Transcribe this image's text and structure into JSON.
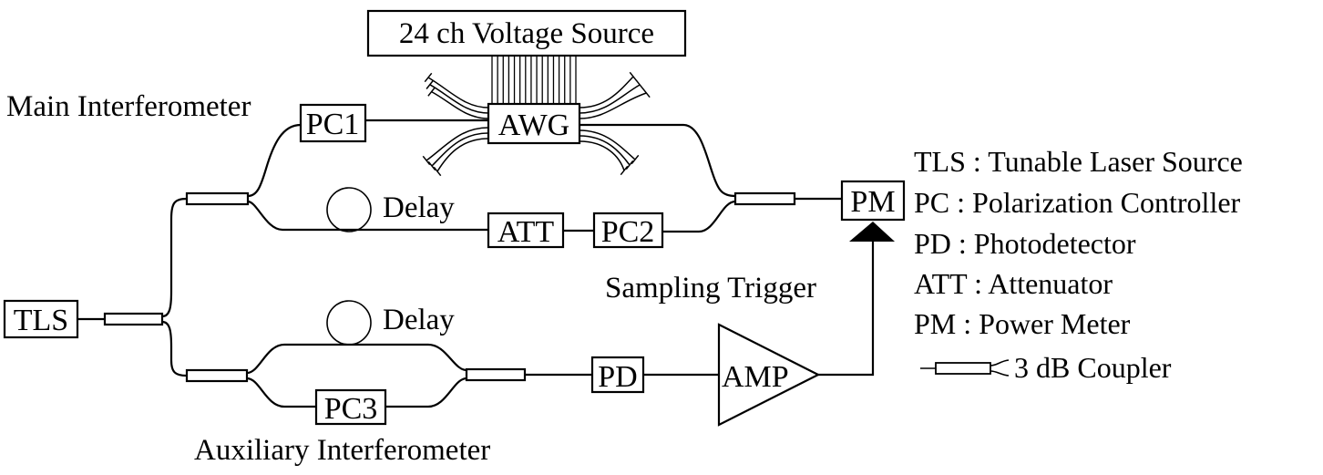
{
  "diagram": {
    "title": "Optical frequency-domain measurement setup",
    "components": {
      "voltage_source": "24 ch Voltage Source",
      "awg": "AWG",
      "pc1": "PC1",
      "pc2": "PC2",
      "pc3": "PC3",
      "att": "ATT",
      "pm": "PM",
      "tls": "TLS",
      "pd": "PD",
      "amp": "AMP"
    },
    "labels": {
      "main_interferometer": "Main Interferometer",
      "auxiliary_interferometer": "Auxiliary Interferometer",
      "delay_main": "Delay",
      "delay_aux": "Delay",
      "sampling_trigger": "Sampling Trigger"
    },
    "legend": [
      {
        "abbr": "TLS",
        "text": "TLS : Tunable Laser Source"
      },
      {
        "abbr": "PC",
        "text": "PC : Polarization Controller"
      },
      {
        "abbr": "PD",
        "text": "PD : Photodetector"
      },
      {
        "abbr": "ATT",
        "text": "ATT : Attenuator"
      },
      {
        "abbr": "PM",
        "text": "PM : Power Meter"
      },
      {
        "abbr": "coupler",
        "text": "3 dB Coupler",
        "icon": "coupler-icon"
      }
    ],
    "voltage_channels": 24
  }
}
